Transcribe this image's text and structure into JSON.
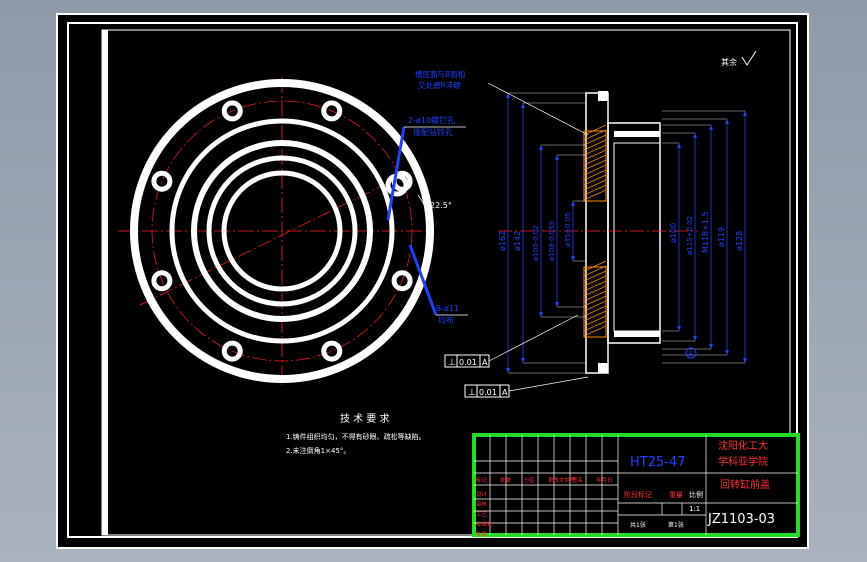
{
  "drawing": {
    "surface_finish_note": "其余",
    "callouts": {
      "threaded_hole": [
        "2-ø10螺钉孔",
        "锥配钻铰孔"
      ],
      "bolt_holes": [
        "8-ø11",
        "均布"
      ],
      "angle": "22.5°",
      "section_note": [
        "槽底面与B面相",
        "交处磨R淬硬"
      ]
    },
    "dimensions": [
      "ø162",
      "ø142",
      "ø100-0.02",
      "ø108-0.055",
      "ø35±0.05",
      "ø100",
      "ø115+0.02",
      "M118×1.5",
      "ø119",
      "ø128"
    ],
    "datum_label": "A",
    "tolerance_frames": [
      {
        "symbol": "⊥",
        "value": "0.01",
        "datum": "A"
      },
      {
        "symbol": "⊥",
        "value": "0.01",
        "datum": "A"
      }
    ],
    "tech_requirements": {
      "title": "技 术 要 求",
      "items": [
        "1.铸件组织均匀，不得有砂眼、疏松等缺陷。",
        "2.未注倒角1×45°。"
      ]
    }
  },
  "title_block": {
    "material": "HT25-47",
    "school": "沈阳化工大学科亚学院",
    "part_name": "回转缸前盖",
    "drawing_no": "JZ1103-03",
    "scale": "1:1",
    "headers": [
      "标记",
      "处数",
      "分区",
      "更改文件号",
      "签名",
      "年月日"
    ],
    "rows": [
      "设计",
      "审核",
      "工艺",
      "标准化",
      "批准"
    ],
    "stage_label": "阶段标记",
    "weight_label": "重量",
    "scale_label": "比例",
    "sheet_total": "共1张",
    "sheet_no": "第1张"
  },
  "colors": {
    "frame": "#ffffff",
    "dimension": "#2040ff",
    "centerline": "#ff2020",
    "border_green": "#22dd22",
    "title_red": "#ff3030",
    "section_hatch": "#ff8800"
  }
}
